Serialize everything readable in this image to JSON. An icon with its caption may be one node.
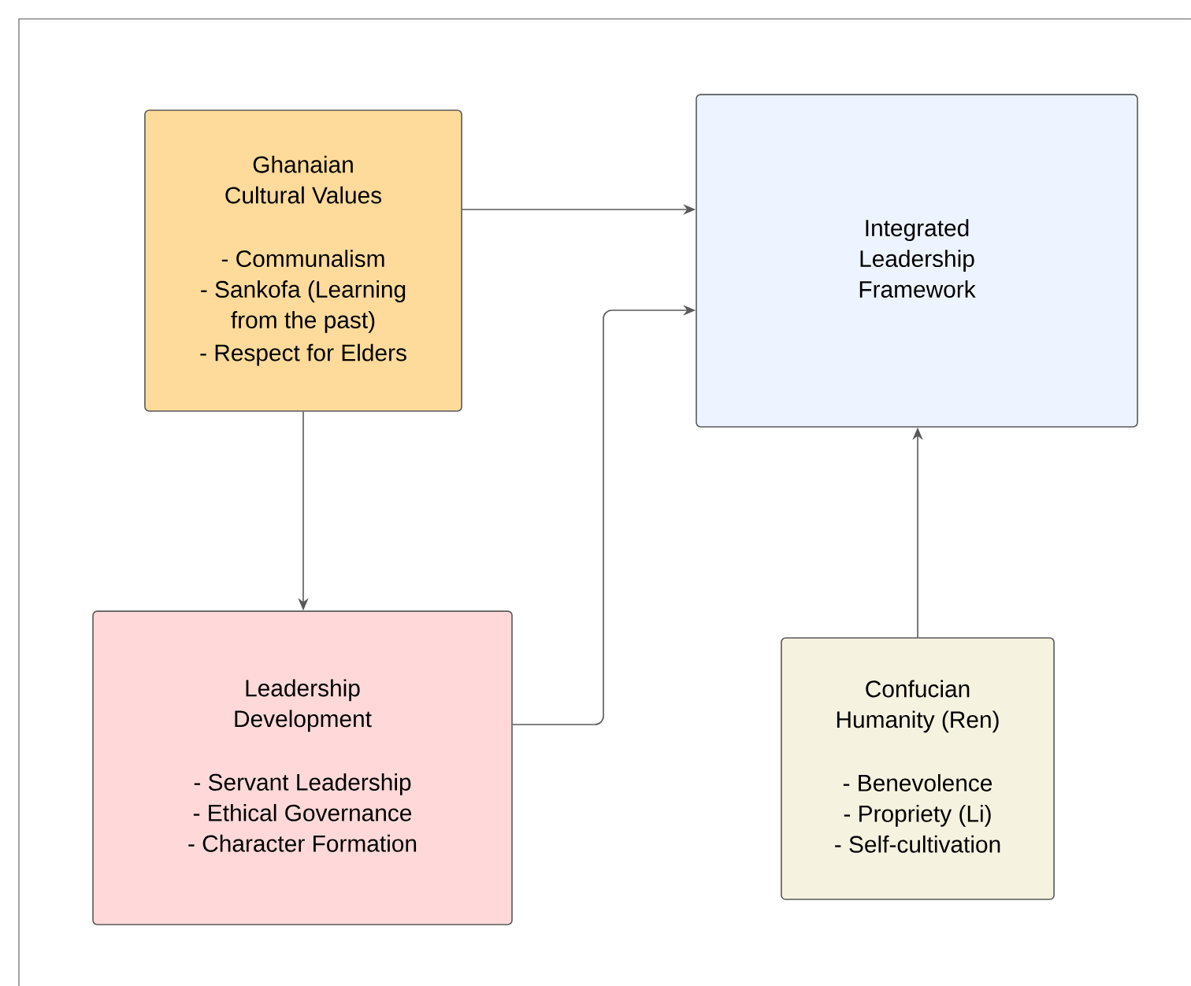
{
  "diagram": {
    "nodes": [
      {
        "text": [
          "Ghanaian Cultural Values",
          "- Communalism",
          "- Sankofa (Learning from the past)",
          "- Respect for Elders"
        ]
      },
      {
        "text": [
          "Integrated Leadership Framework"
        ]
      },
      {
        "text": [
          "Leadership Development",
          "- Servant Leadership",
          "- Ethical Governance",
          "- Character Formation"
        ]
      },
      {
        "text": [
          "Confucian Humanity (Ren)",
          "- Benevolence",
          "- Propriety (Li)",
          "- Self-cultivation"
        ]
      }
    ],
    "edges": [
      {
        "from": 0,
        "to": 1,
        "arrow": "to"
      },
      {
        "from": 0,
        "to": 2,
        "arrow": "to"
      },
      {
        "from": 2,
        "to": 1,
        "arrow": "to"
      },
      {
        "from": 3,
        "to": 1,
        "arrow": "to"
      }
    ]
  }
}
